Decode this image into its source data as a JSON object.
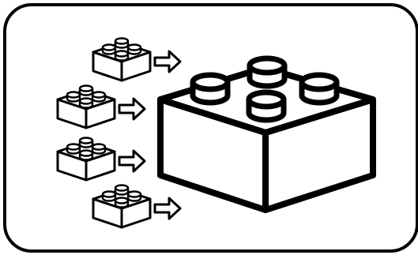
{
  "diagram": {
    "frame": "rounded-rectangle",
    "large_block": {
      "icon": "lego-brick-2x2-icon",
      "studs": 4
    },
    "small_blocks": {
      "icon": "lego-brick-2x2-icon",
      "count": 4,
      "studs_each": 4,
      "arrow_icon": "right-arrow-icon"
    },
    "stroke_color": "#000000",
    "fill_color": "#ffffff"
  }
}
